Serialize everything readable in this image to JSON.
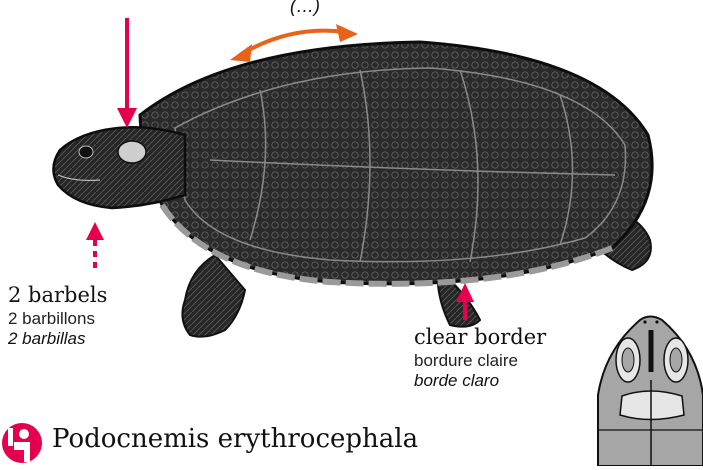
{
  "top_note": "(…)",
  "labels": {
    "barbels": {
      "en": "2 barbels",
      "fr": "2 barbillons",
      "es": "2 barbillas"
    },
    "border": {
      "en": "clear border",
      "fr": "bordure claire",
      "es": "borde claro"
    }
  },
  "species_name": "Podocnemis erythrocephala",
  "icon_names": [
    "turtle-illustration-icon",
    "head-diagram-icon",
    "species-symbol-icon",
    "arrow-icon",
    "movement-arrow-icon"
  ],
  "colors": {
    "arrow": "#e5004f",
    "movement_arrow": "#e8621a",
    "shell_dark": "#1c1c1c",
    "head_light": "#dcdcdc",
    "head_mid": "#a6a6a6"
  }
}
